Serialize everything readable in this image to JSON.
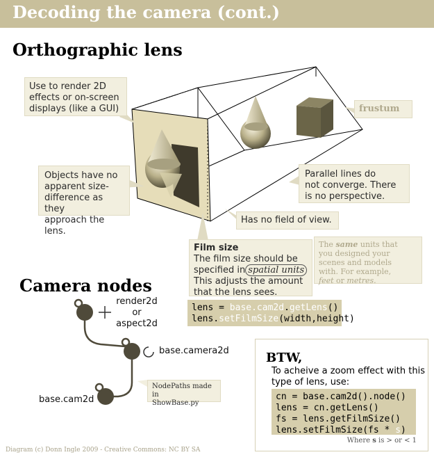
{
  "title": "Decoding the camera (cont.)",
  "section_ortho": "Orthographic lens",
  "section_nodes": "Camera nodes",
  "callouts": {
    "render2d_lines": [
      "Use to render 2D",
      "effects or on-screen",
      "displays (like a GUI)"
    ],
    "objects_lines": [
      "Objects have no",
      "apparent size-",
      "difference as they",
      "approach the lens."
    ],
    "frustum": "frustum",
    "parallel_lines": [
      "Parallel lines do",
      "not converge. There",
      "is no perspective."
    ],
    "no_fov": "Has no field of view.",
    "film_title": "Film size",
    "film_line1": "The film size should be",
    "film_line2a": "specified in",
    "film_spatial": "spatial units",
    "film_line3": "This adjusts the amount",
    "film_line4": "that the lens sees.",
    "units_line1a": "The",
    "units_same": "same",
    "units_line1b": "units that",
    "units_line2": "you designed your",
    "units_line3": "scenes and models",
    "units_line4": "with. For example,",
    "units_feet": "feet",
    "units_or": "or",
    "units_metres": "metres."
  },
  "code_lens": {
    "l1a": "lens = ",
    "l1b": "base.cam2d",
    "l1c": ".",
    "l1d": "getLens",
    "l1e": "()",
    "l2a": "lens.",
    "l2b": "setFilmSize",
    "l2c": "(width,height)"
  },
  "nodes": {
    "render2d": "render2d",
    "or": "or",
    "aspect2d": "aspect2d",
    "camera2d": "base.camera2d",
    "cam2d": "base.cam2d",
    "nodepaths_line1": "NodePaths made in",
    "nodepaths_line2": "ShowBase.py"
  },
  "btw": {
    "heading": "BTW,",
    "line1": "To acheive a zoom effect with this",
    "line2": "type of lens, use:",
    "code": [
      "cn = base.cam2d().node()",
      "lens = cn.getLens()",
      "fs = lens.getFilmSize()"
    ],
    "code_last_a": "lens.setFilmSize(fs * ",
    "code_last_s": "s",
    "code_last_b": ")",
    "where_a": "Where ",
    "where_s": "s",
    "where_b": " is > or < 1"
  },
  "credit": "Diagram (c) Donn Ingle 2009 - Creative Commons: NC BY SA",
  "colors": {
    "accent": "#c8bf9b",
    "panel": "#e8dfbd",
    "node": "#4f4a3a",
    "code_bg": "#d6ceac"
  }
}
